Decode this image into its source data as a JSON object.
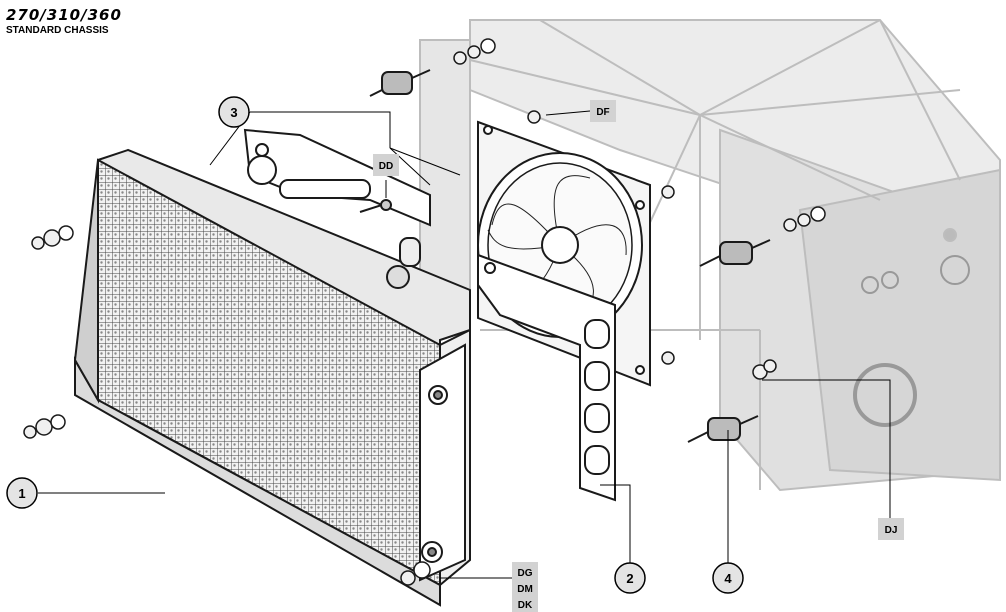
{
  "header": {
    "title": "270/310/360",
    "subtitle": "STANDARD CHASSIS"
  },
  "callouts": {
    "part_1": "1",
    "part_2": "2",
    "part_3": "3",
    "part_4": "4"
  },
  "codes": {
    "dd": "DD",
    "df": "DF",
    "dj": "DJ",
    "dg": "DG",
    "dm": "DM",
    "dk": "DK"
  },
  "colors": {
    "code_box": "#d2d2d2",
    "callout_circle": "#e4e4e4",
    "chassis_ghost": "#d8d8d8",
    "outline": "#1a1a1a"
  }
}
